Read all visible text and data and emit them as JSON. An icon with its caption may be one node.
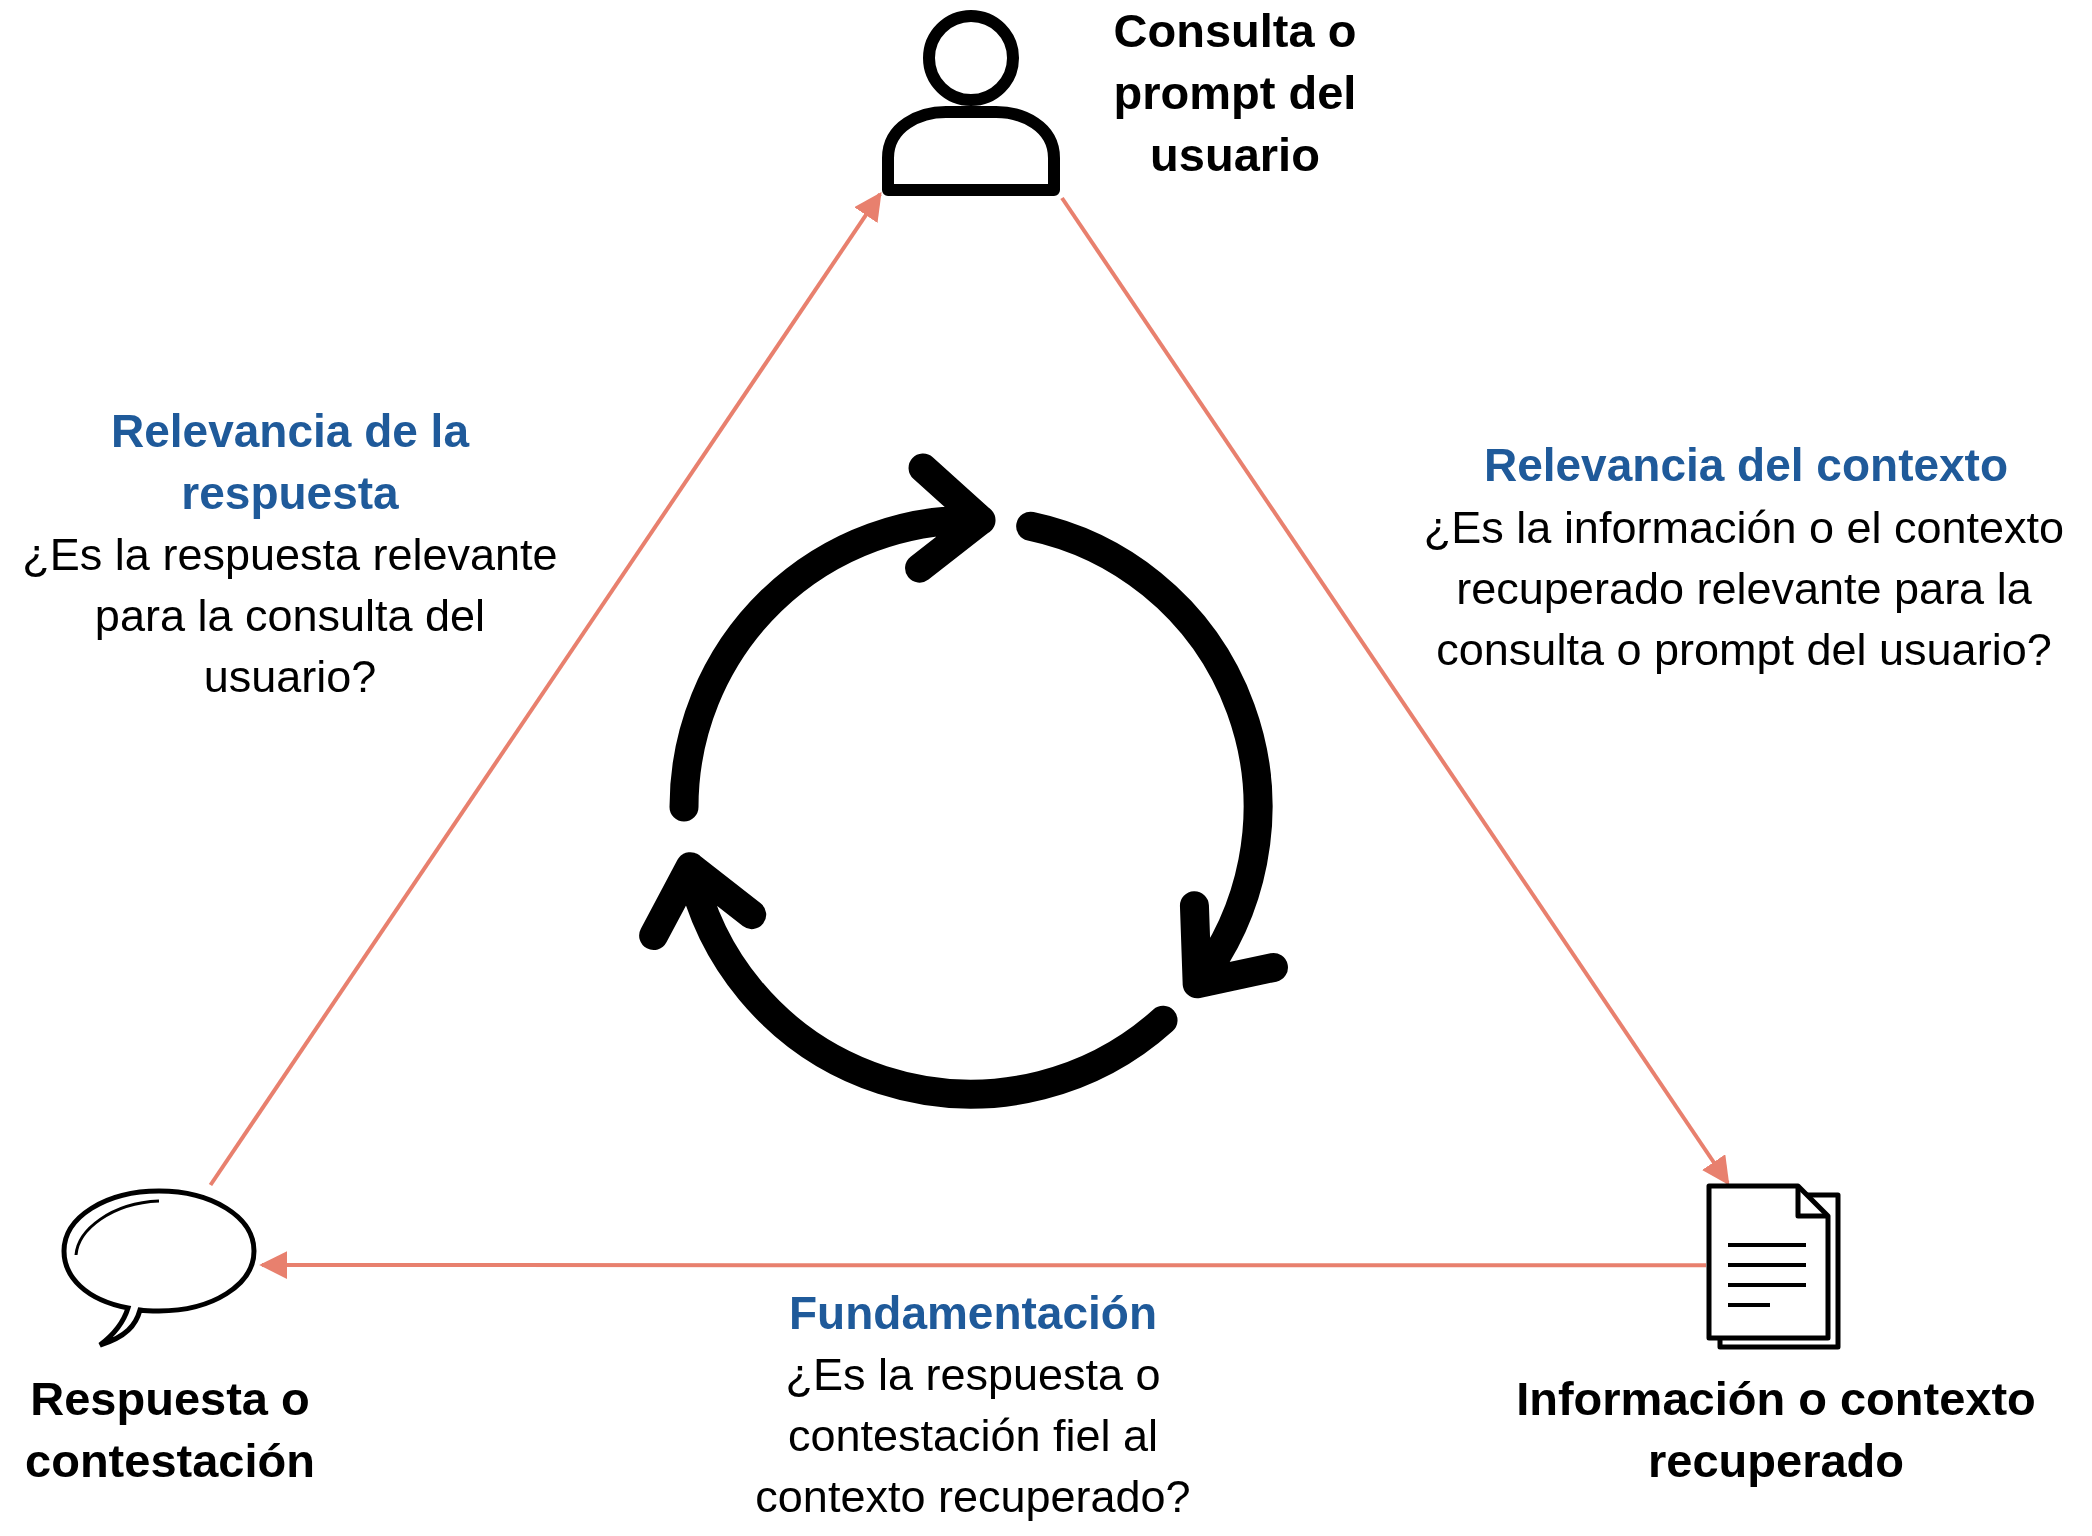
{
  "diagram": {
    "nodes": [
      {
        "text": [
          "Consulta o prompt del usuario"
        ]
      },
      {
        "text": [
          "Respuesta o contestación"
        ]
      },
      {
        "text": [
          "Información o contexto recuperado"
        ]
      }
    ],
    "edges": [
      {
        "from": 0,
        "to": 2,
        "arrow": "to",
        "label": "Relevancia del contexto"
      },
      {
        "from": 2,
        "to": 1,
        "arrow": "to",
        "label": "Fundamentación"
      },
      {
        "from": 1,
        "to": 0,
        "arrow": "to",
        "label": "Relevancia de la respuesta"
      }
    ],
    "labels": [
      "¿Es la respuesta relevante para la consulta del usuario?",
      "¿Es la información o el contexto recuperado relevante para la consulta o prompt del usuario?",
      "¿Es la respuesta o contestación fiel al contexto recuperado?"
    ]
  }
}
